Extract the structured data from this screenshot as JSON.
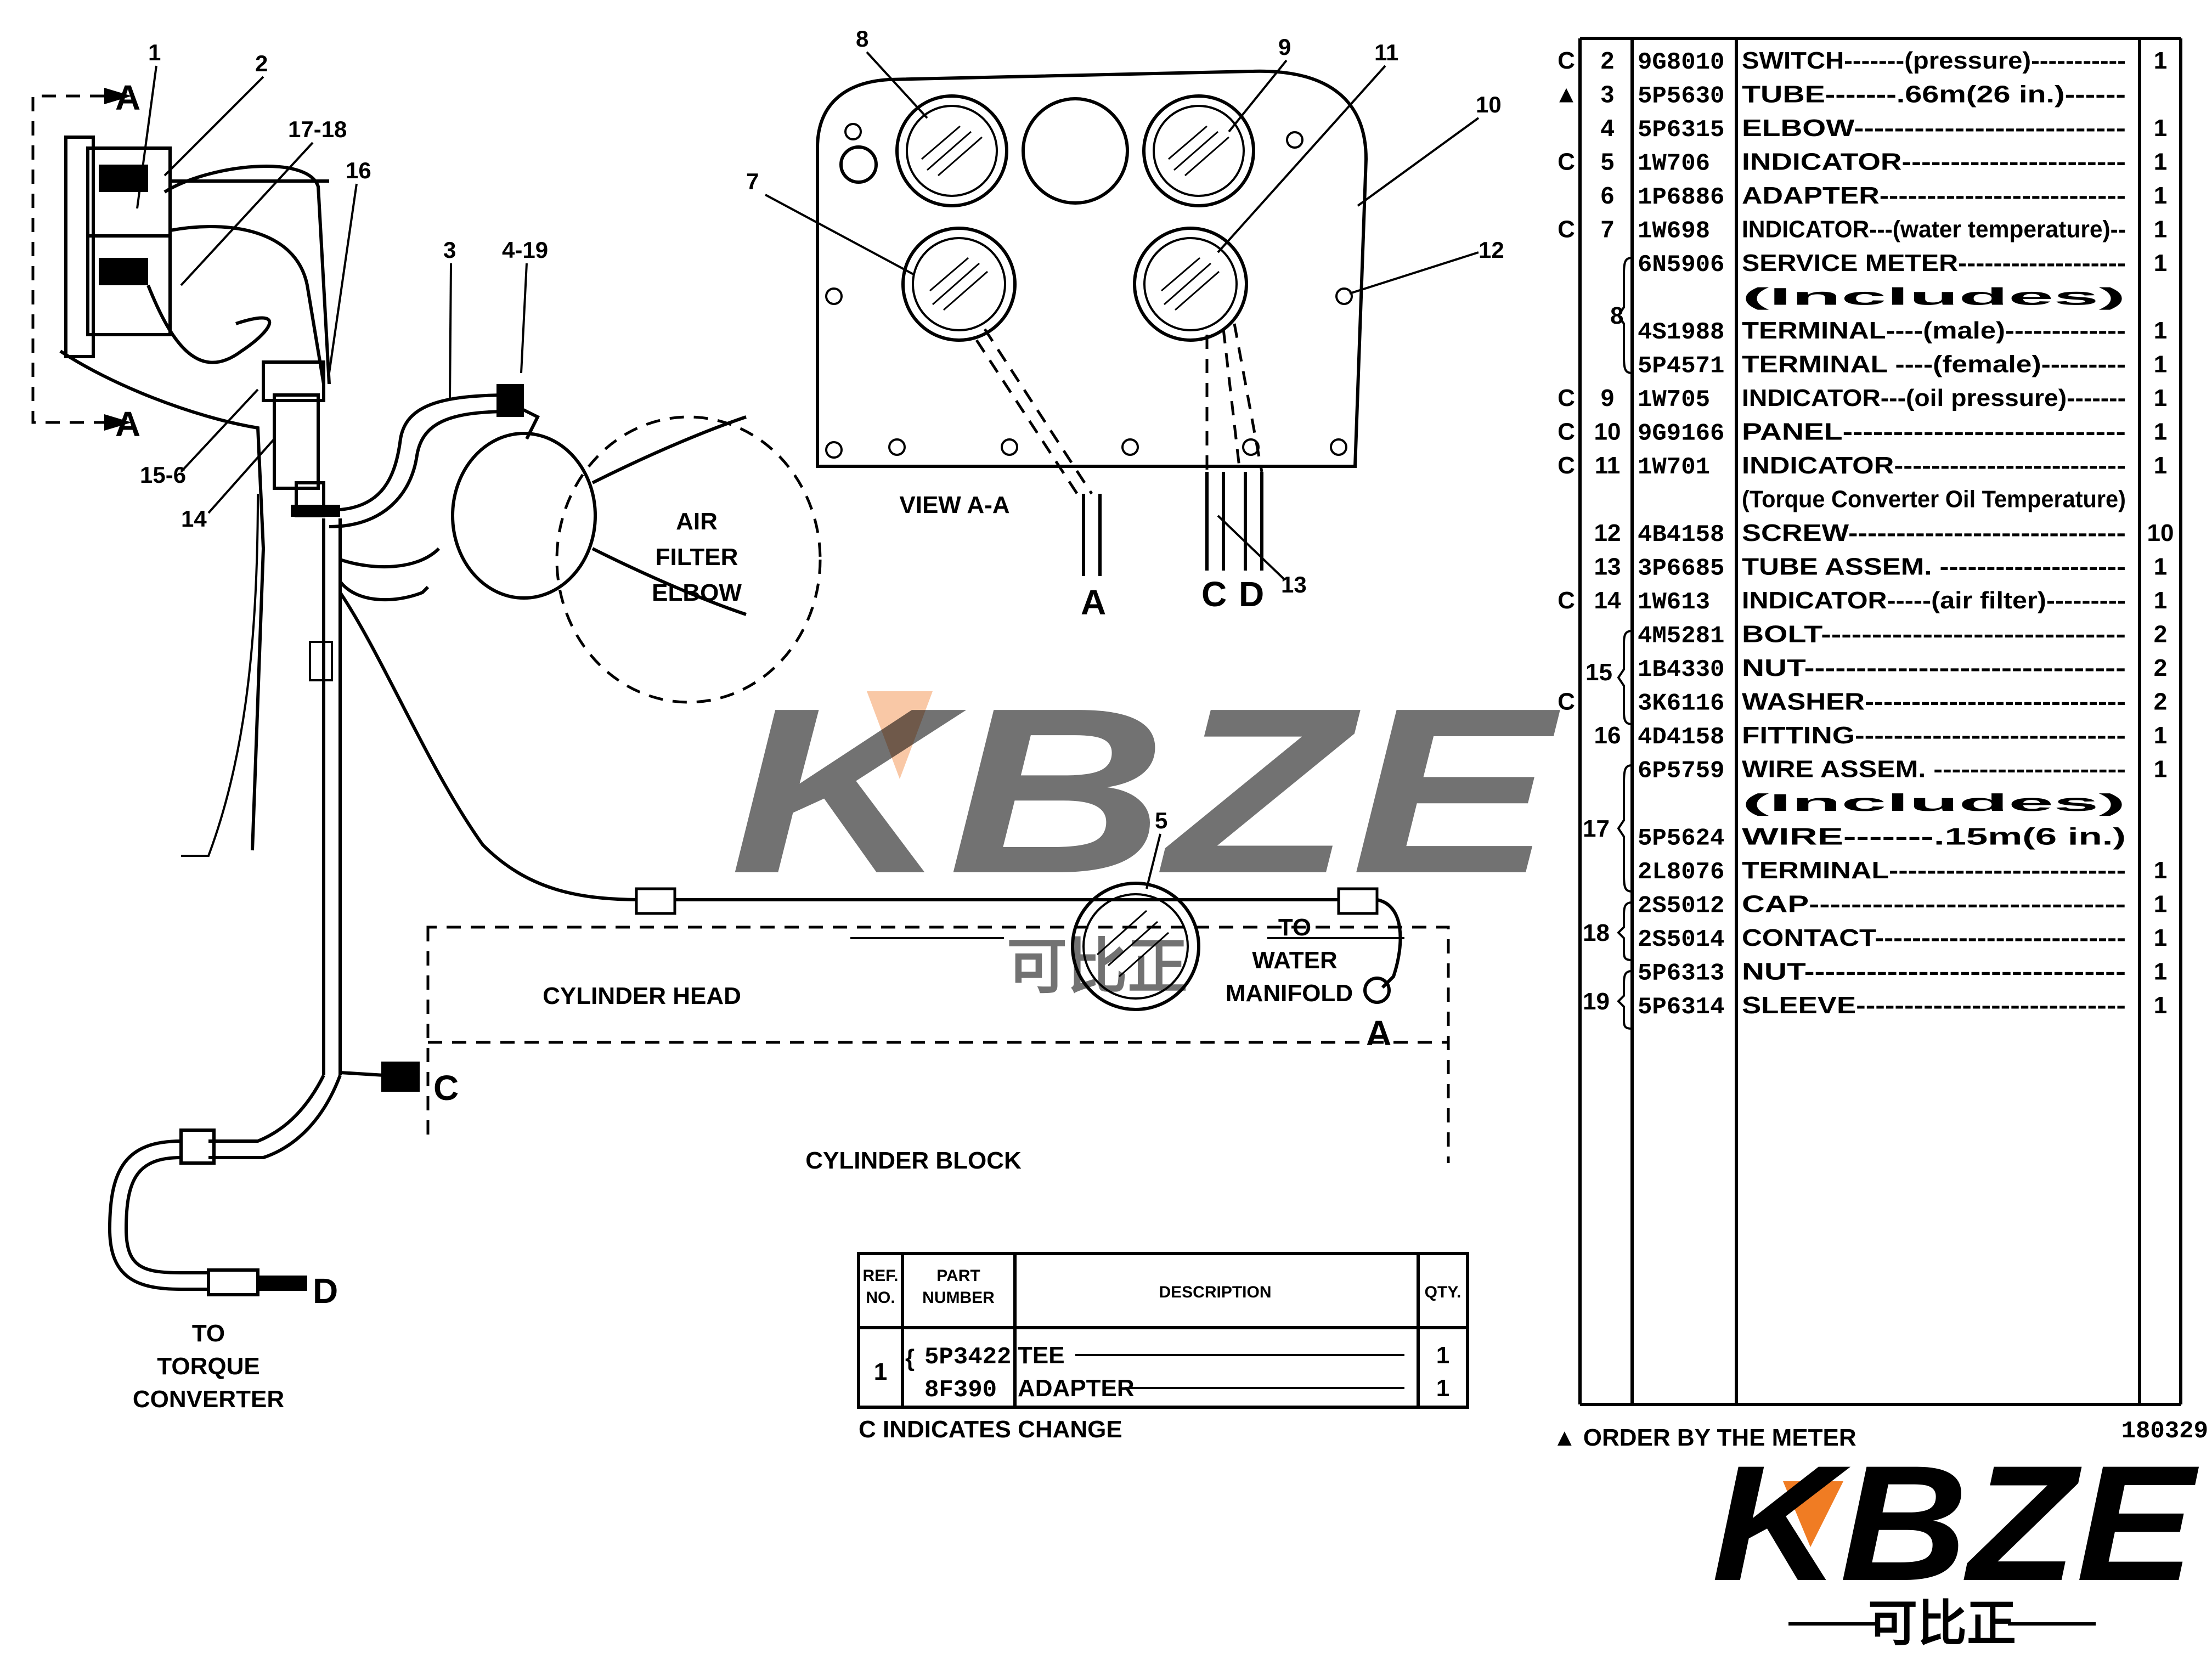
{
  "callouts": [
    "1",
    "2",
    "17-18",
    "16",
    "3",
    "4-19",
    "15-6",
    "14",
    "8",
    "9",
    "11",
    "10",
    "7",
    "12",
    "13",
    "5"
  ],
  "section_marks": {
    "a_top": "A",
    "a_bottom": "A",
    "a_tube": "A",
    "c_tube": "C",
    "d_tube": "D",
    "a_manifold": "A",
    "c_block": "C",
    "d_torque": "D"
  },
  "view_label": "VIEW A-A",
  "air_filter_label": [
    "AIR",
    "FILTER",
    "ELBOW"
  ],
  "cylinder_head": "CYLINDER HEAD",
  "cylinder_block": "CYLINDER BLOCK",
  "water_manifold": [
    "TO",
    "WATER",
    "MANIFOLD"
  ],
  "torque_converter": [
    "TO",
    "TORQUE",
    "CONVERTER"
  ],
  "small_table": {
    "headers": {
      "ref": [
        "REF.",
        "NO."
      ],
      "part": [
        "PART",
        "NUMBER"
      ],
      "desc": "DESCRIPTION",
      "qty": "QTY."
    },
    "ref": "1",
    "rows": [
      {
        "part": "5P3422",
        "desc": "TEE",
        "qty": "1"
      },
      {
        "part": "8F390",
        "desc": "ADAPTER",
        "qty": "1"
      }
    ],
    "note": "C INDICATES CHANGE"
  },
  "parts_list": {
    "rows": [
      {
        "c": "C",
        "ref": "2",
        "part": "9G8010",
        "desc": "SWITCH-------(pressure)-----------",
        "qty": "1"
      },
      {
        "c": "▲",
        "ref": "3",
        "part": "5P5630",
        "desc": "TUBE-------.66m(26 in.)------",
        "qty": ""
      },
      {
        "c": "",
        "ref": "4",
        "part": "5P6315",
        "desc": "ELBOW---------------------------",
        "qty": "1"
      },
      {
        "c": "C",
        "ref": "5",
        "part": "1W706",
        "desc": "INDICATOR-----------------------",
        "qty": "1"
      },
      {
        "c": "",
        "ref": "6",
        "part": "1P6886",
        "desc": "ADAPTER--------------------------",
        "qty": "1"
      },
      {
        "c": "C",
        "ref": "7",
        "part": "1W698",
        "desc": "INDICATOR---(water temperature)--",
        "qty": "1"
      },
      {
        "c": "",
        "ref": "",
        "part": "6N5906",
        "desc": "SERVICE METER-------------------",
        "qty": "1"
      },
      {
        "c": "",
        "ref": "",
        "part": "",
        "desc": "      (Includes)",
        "qty": ""
      },
      {
        "c": "",
        "ref": "",
        "part": "4S1988",
        "desc": "   TERMINAL----(male)-------------",
        "qty": "1"
      },
      {
        "c": "",
        "ref": "",
        "part": "5P4571",
        "desc": "   TERMINAL ----(female)---------",
        "qty": "1"
      },
      {
        "c": "C",
        "ref": "9",
        "part": "1W705",
        "desc": "INDICATOR---(oil pressure)-------",
        "qty": "1"
      },
      {
        "c": "C",
        "ref": "10",
        "part": "9G9166",
        "desc": "PANEL----------------------------",
        "qty": "1"
      },
      {
        "c": "C",
        "ref": "11",
        "part": "1W701",
        "desc": "INDICATOR-------------------------",
        "qty": "1"
      },
      {
        "c": "",
        "ref": "",
        "part": "",
        "desc": "(Torque Converter Oil Temperature)",
        "qty": ""
      },
      {
        "c": "",
        "ref": "12",
        "part": "4B4158",
        "desc": "SCREW-----------------------------",
        "qty": "10"
      },
      {
        "c": "",
        "ref": "13",
        "part": "3P6685",
        "desc": "TUBE ASSEM. --------------------",
        "qty": "1"
      },
      {
        "c": "C",
        "ref": "14",
        "part": "1W613",
        "desc": "INDICATOR-----(air filter)---------",
        "qty": "1"
      },
      {
        "c": "",
        "ref": "",
        "part": "4M5281",
        "desc": "BOLT------------------------------",
        "qty": "2"
      },
      {
        "c": "",
        "ref": "",
        "part": "1B4330",
        "desc": "NUT-------------------------------",
        "qty": "2"
      },
      {
        "c": "C",
        "ref": "",
        "part": "3K6116",
        "desc": "WASHER----------------------------",
        "qty": "2"
      },
      {
        "c": "",
        "ref": "16",
        "part": "4D4158",
        "desc": "FITTING----------------------------",
        "qty": "1"
      },
      {
        "c": "",
        "ref": "",
        "part": "6P5759",
        "desc": "WIRE ASSEM. ---------------------",
        "qty": "1"
      },
      {
        "c": "",
        "ref": "",
        "part": "",
        "desc": "      (Includes)",
        "qty": ""
      },
      {
        "c": "",
        "ref": "",
        "part": "5P5624",
        "desc": "   WIRE-------.15m(6 in.)",
        "qty": ""
      },
      {
        "c": "",
        "ref": "",
        "part": "2L8076",
        "desc": "   TERMINAL-------------------------",
        "qty": "1"
      },
      {
        "c": "",
        "ref": "",
        "part": "2S5012",
        "desc": "   CAP------------------------------",
        "qty": "1"
      },
      {
        "c": "",
        "ref": "",
        "part": "2S5014",
        "desc": "   CONTACT---------------------------",
        "qty": "1"
      },
      {
        "c": "",
        "ref": "",
        "part": "5P6313",
        "desc": "NUT-------------------------------",
        "qty": "1"
      },
      {
        "c": "",
        "ref": "",
        "part": "5P6314",
        "desc": "SLEEVE----------------------------",
        "qty": "1"
      }
    ],
    "group_refs": [
      {
        "ref": "8"
      },
      {
        "ref": "15"
      },
      {
        "ref": "17"
      },
      {
        "ref": "18"
      },
      {
        "ref": "19"
      }
    ],
    "footnote": "▲ ORDER BY THE METER",
    "drawing_number": "180329"
  },
  "watermark": {
    "text": "KBZE",
    "subtext": "可比正"
  },
  "logo": {
    "text": "KBZE",
    "subtext": "可比正"
  }
}
